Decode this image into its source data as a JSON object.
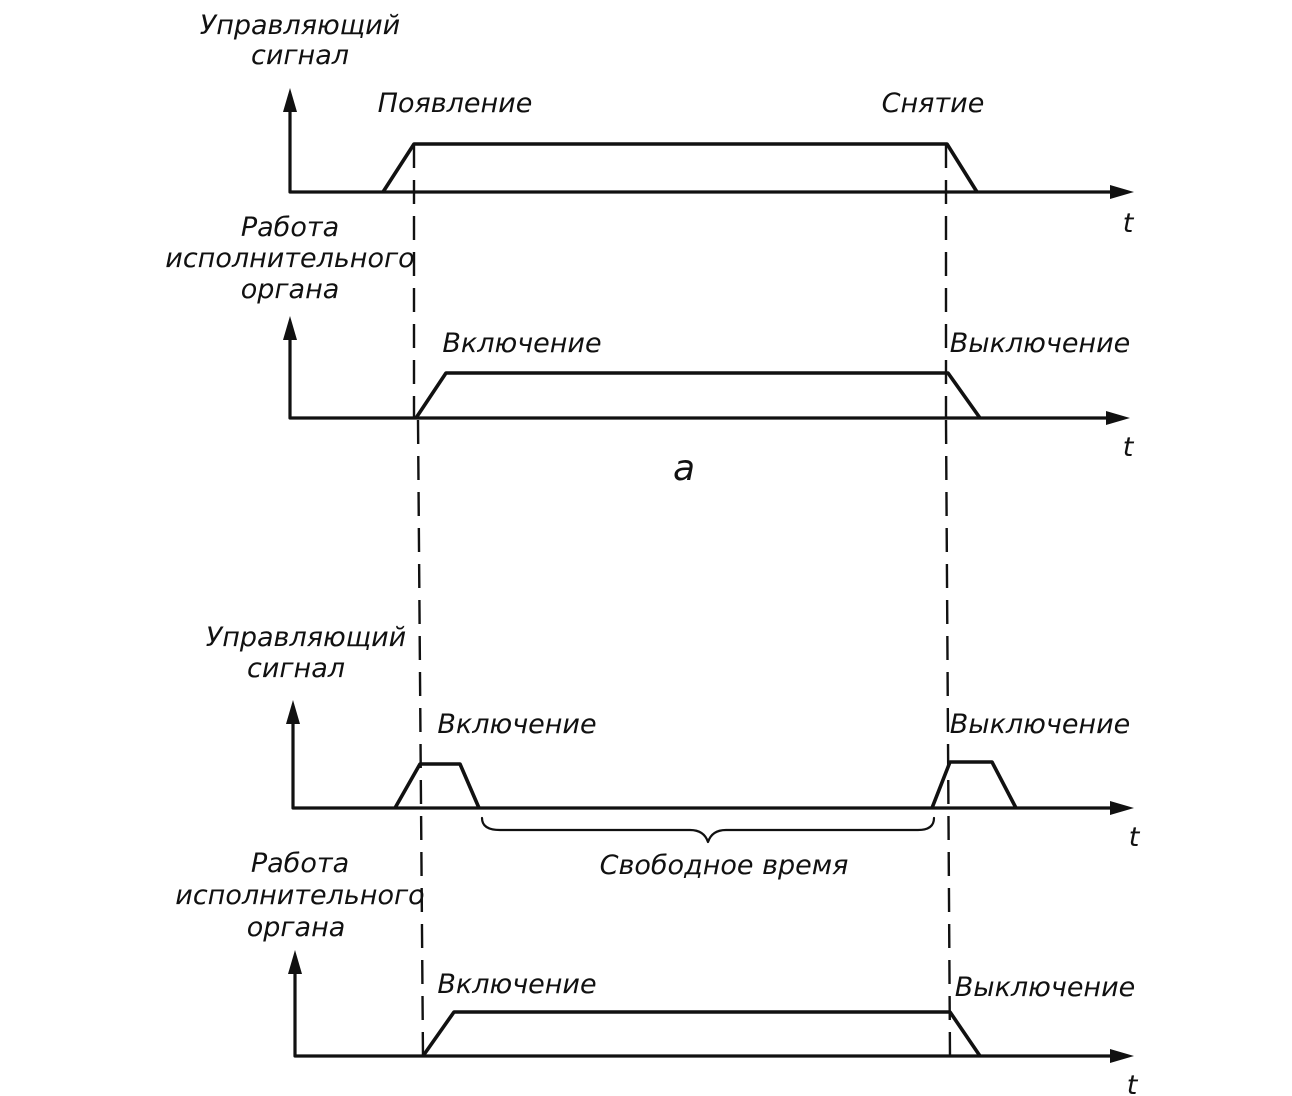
{
  "panel_a": {
    "signal": {
      "ylabel_line1": "Управляющий",
      "ylabel_line2": "сигнал",
      "on_label": "Появление",
      "off_label": "Снятие",
      "t_label": "t"
    },
    "actuator": {
      "ylabel_line1": "Работа",
      "ylabel_line2": "исполнительного",
      "ylabel_line3": "органа",
      "on_label": "Включение",
      "off_label": "Выключение",
      "t_label": "t"
    },
    "caption": "а"
  },
  "panel_b": {
    "signal": {
      "ylabel_line1": "Управляющий",
      "ylabel_line2": "сигнал",
      "on_label": "Включение",
      "off_label": "Выключение",
      "t_label": "t",
      "gap_label": "Свободное время"
    },
    "actuator": {
      "ylabel_line1": "Работа",
      "ylabel_line2": "исполнительного",
      "ylabel_line3": "органа",
      "on_label": "Включение",
      "off_label": "Выключение",
      "t_label": "t"
    }
  }
}
